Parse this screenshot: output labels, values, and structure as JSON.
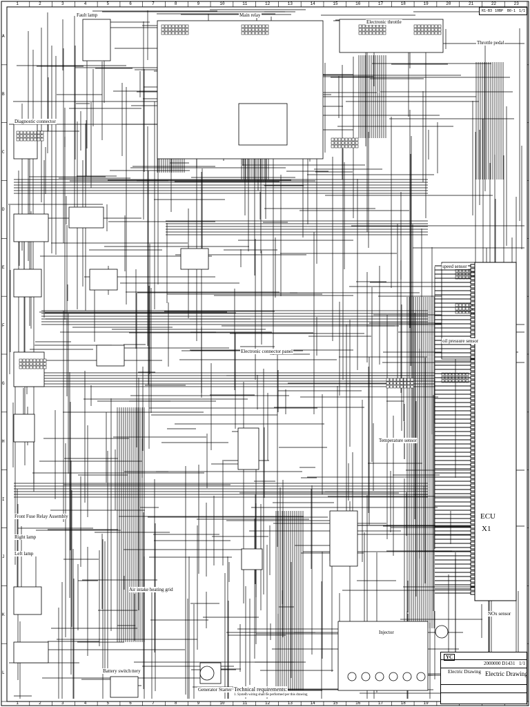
{
  "sheet": {
    "zone_columns": [
      "1",
      "2",
      "3",
      "4",
      "5",
      "6",
      "7",
      "8",
      "9",
      "10",
      "11",
      "12",
      "13",
      "14",
      "15",
      "16",
      "17",
      "18",
      "19",
      "20",
      "21",
      "22",
      "23"
    ],
    "zone_rows": [
      "A",
      "B",
      "C",
      "D",
      "E",
      "F",
      "G",
      "H",
      "I",
      "J",
      "K",
      "L"
    ]
  },
  "revision": {
    "rev": "R1-B3",
    "code": "10BP",
    "sheet": "B0-1",
    "qty": "1/1"
  },
  "labels": {
    "electronic_throttle": "Electronic throttle",
    "throttle_pedal": "Throttle pedal",
    "fault_lamp": "Fault lamp",
    "main_relay": "Main relay",
    "electric_connector_panel": "Electronic connector panel",
    "front_fuse_box": "Front Fuse Relay Assembly",
    "speed_sensor": "speed sensor",
    "temperature_sensor": "Temperature sensor",
    "oil_pressure_sensor": "oil pressure sensor",
    "injector": "Injector",
    "nox_sensor": "NOx sensor",
    "battery": "Battery",
    "starter": "Starter",
    "generator": "Generator",
    "battery_switch": "Battery switch",
    "diagnostic_connector": "Diagnostic connector",
    "left_lamp": "Left lamp",
    "right_lamp": "Right lamp",
    "heating_grid": "Air intake heating grid",
    "tech_req_1": "Technical requirements:",
    "tech_req_2": "1. System wiring shall be performed per this drawing",
    "ecu_label": "ECU",
    "ecu_sub": "X1"
  },
  "title_block": {
    "drawing_no": "2000000 D143",
    "scale": "1",
    "sheet": "1/1",
    "name": "Electric Drawing",
    "name2": "Electric Drawing",
    "logo": "YC"
  }
}
